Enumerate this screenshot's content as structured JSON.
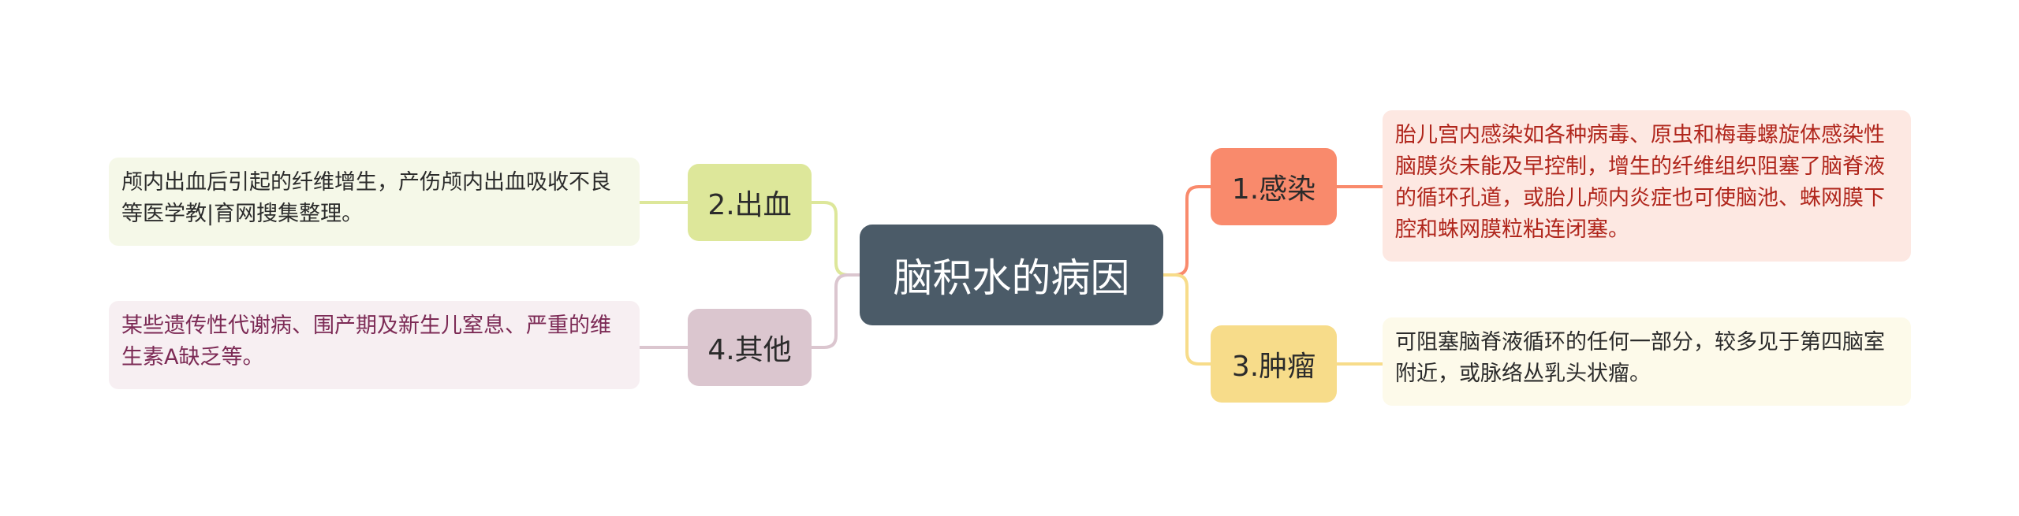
{
  "center": {
    "label": "脑积水的病因",
    "color": "#4b5b68"
  },
  "branches": {
    "infect": {
      "label": "1.感染",
      "color": "#f98a6c",
      "detail": "胎儿宫内感染如各种病毒、原虫和梅毒螺旋体感染性脑膜炎未能及早控制，增生的纤维组织阻塞了脑脊液的循环孔道，或胎儿颅内炎症也可使脑池、蛛网膜下腔和蛛网膜粒粘连闭塞。"
    },
    "bleed": {
      "label": "2.出血",
      "color": "#dde79a",
      "detail": "颅内出血后引起的纤维增生，产伤颅内出血吸收不良等医学教|育网搜集整理。"
    },
    "tumor": {
      "label": "3.肿瘤",
      "color": "#f7dc8a",
      "detail": "可阻塞脑脊液循环的任何一部分，较多见于第四脑室附近，或脉络丛乳头状瘤。"
    },
    "other": {
      "label": "4.其他",
      "color": "#dbc6cf",
      "detail": "某些遗传性代谢病、围产期及新生儿窒息、严重的维生素A缺乏等。"
    }
  }
}
